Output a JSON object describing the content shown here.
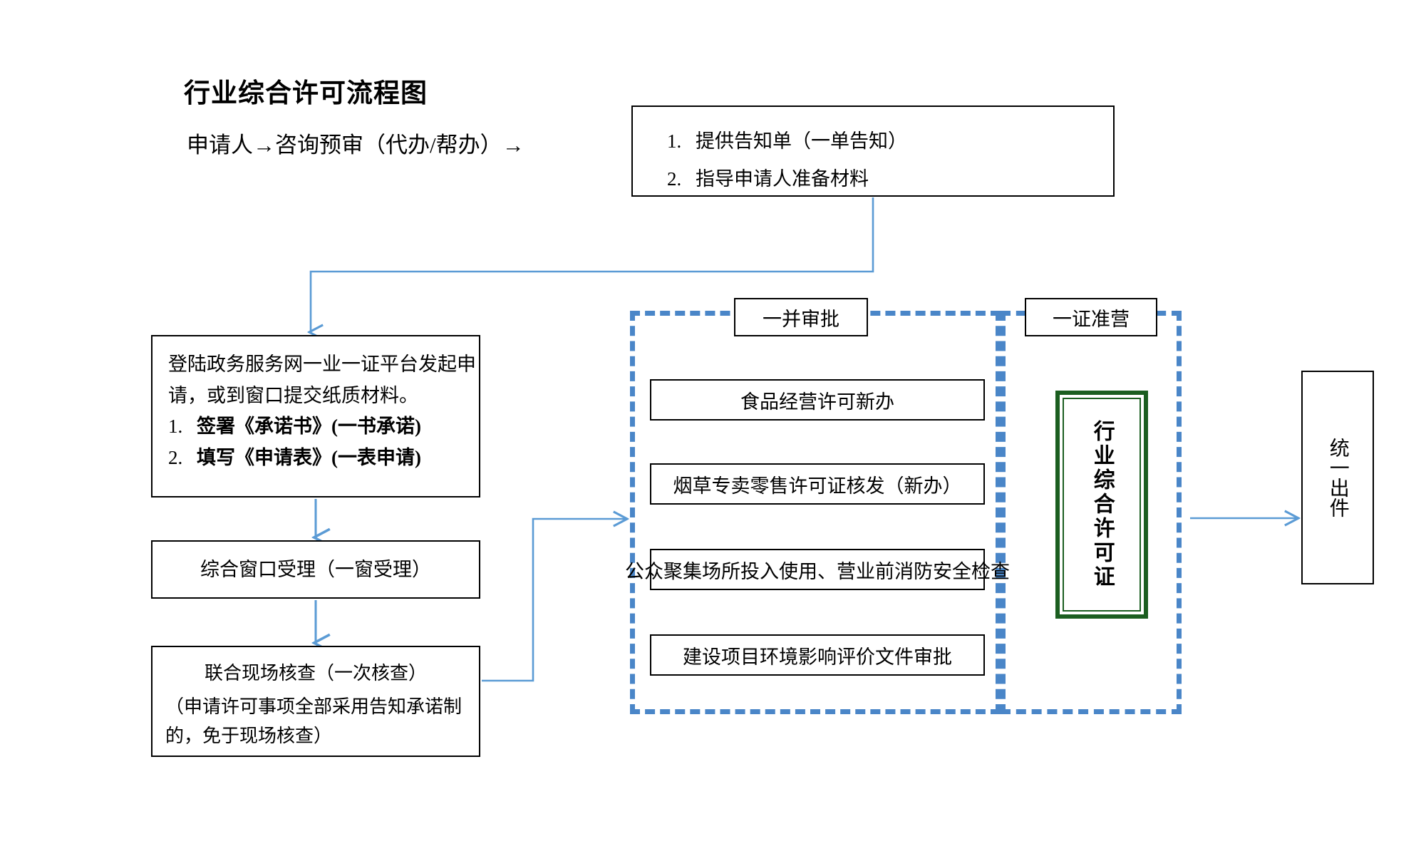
{
  "title": "行业综合许可流程图",
  "subtitle": "申请人→咨询预审（代办/帮办）→",
  "notice": {
    "items": [
      {
        "num": "1.",
        "text": "提供告知单（一单告知）"
      },
      {
        "num": "2.",
        "text": "指导申请人准备材料"
      }
    ]
  },
  "apply_box": {
    "line1": "登陆政务服务网一业一证平台发起申",
    "line2": "请，或到窗口提交纸质材料。",
    "item1_num": "1.",
    "item1_text": "签署《承诺书》(一书承诺)",
    "item2_num": "2.",
    "item2_text": "填写《申请表》(一表申请)"
  },
  "window_box": {
    "label": "综合窗口受理（一窗受理）"
  },
  "verify_box": {
    "title": "联合现场核查（一次核查）",
    "note_line1": "（申请许可事项全部采用告知承诺制",
    "note_line2": "的，免于现场核查）"
  },
  "sections": {
    "approval_label": "一并审批",
    "license_label": "一证准营"
  },
  "permits": [
    {
      "label": "食品经营许可新办"
    },
    {
      "label": "烟草专卖零售许可证核发（新办）"
    },
    {
      "label": "公众聚集场所投入使用、营业前消防安全检查"
    },
    {
      "label": "建设项目环境影响评价文件审批"
    }
  ],
  "certificate": {
    "label": "行业综合许可证"
  },
  "output_box": {
    "label": "统一出件"
  },
  "colors": {
    "connector_blue": "#5b9bd5",
    "dashed_blue": "#4a86c8",
    "certificate_green": "#1b5e20",
    "box_border": "#000000",
    "background": "#ffffff"
  }
}
